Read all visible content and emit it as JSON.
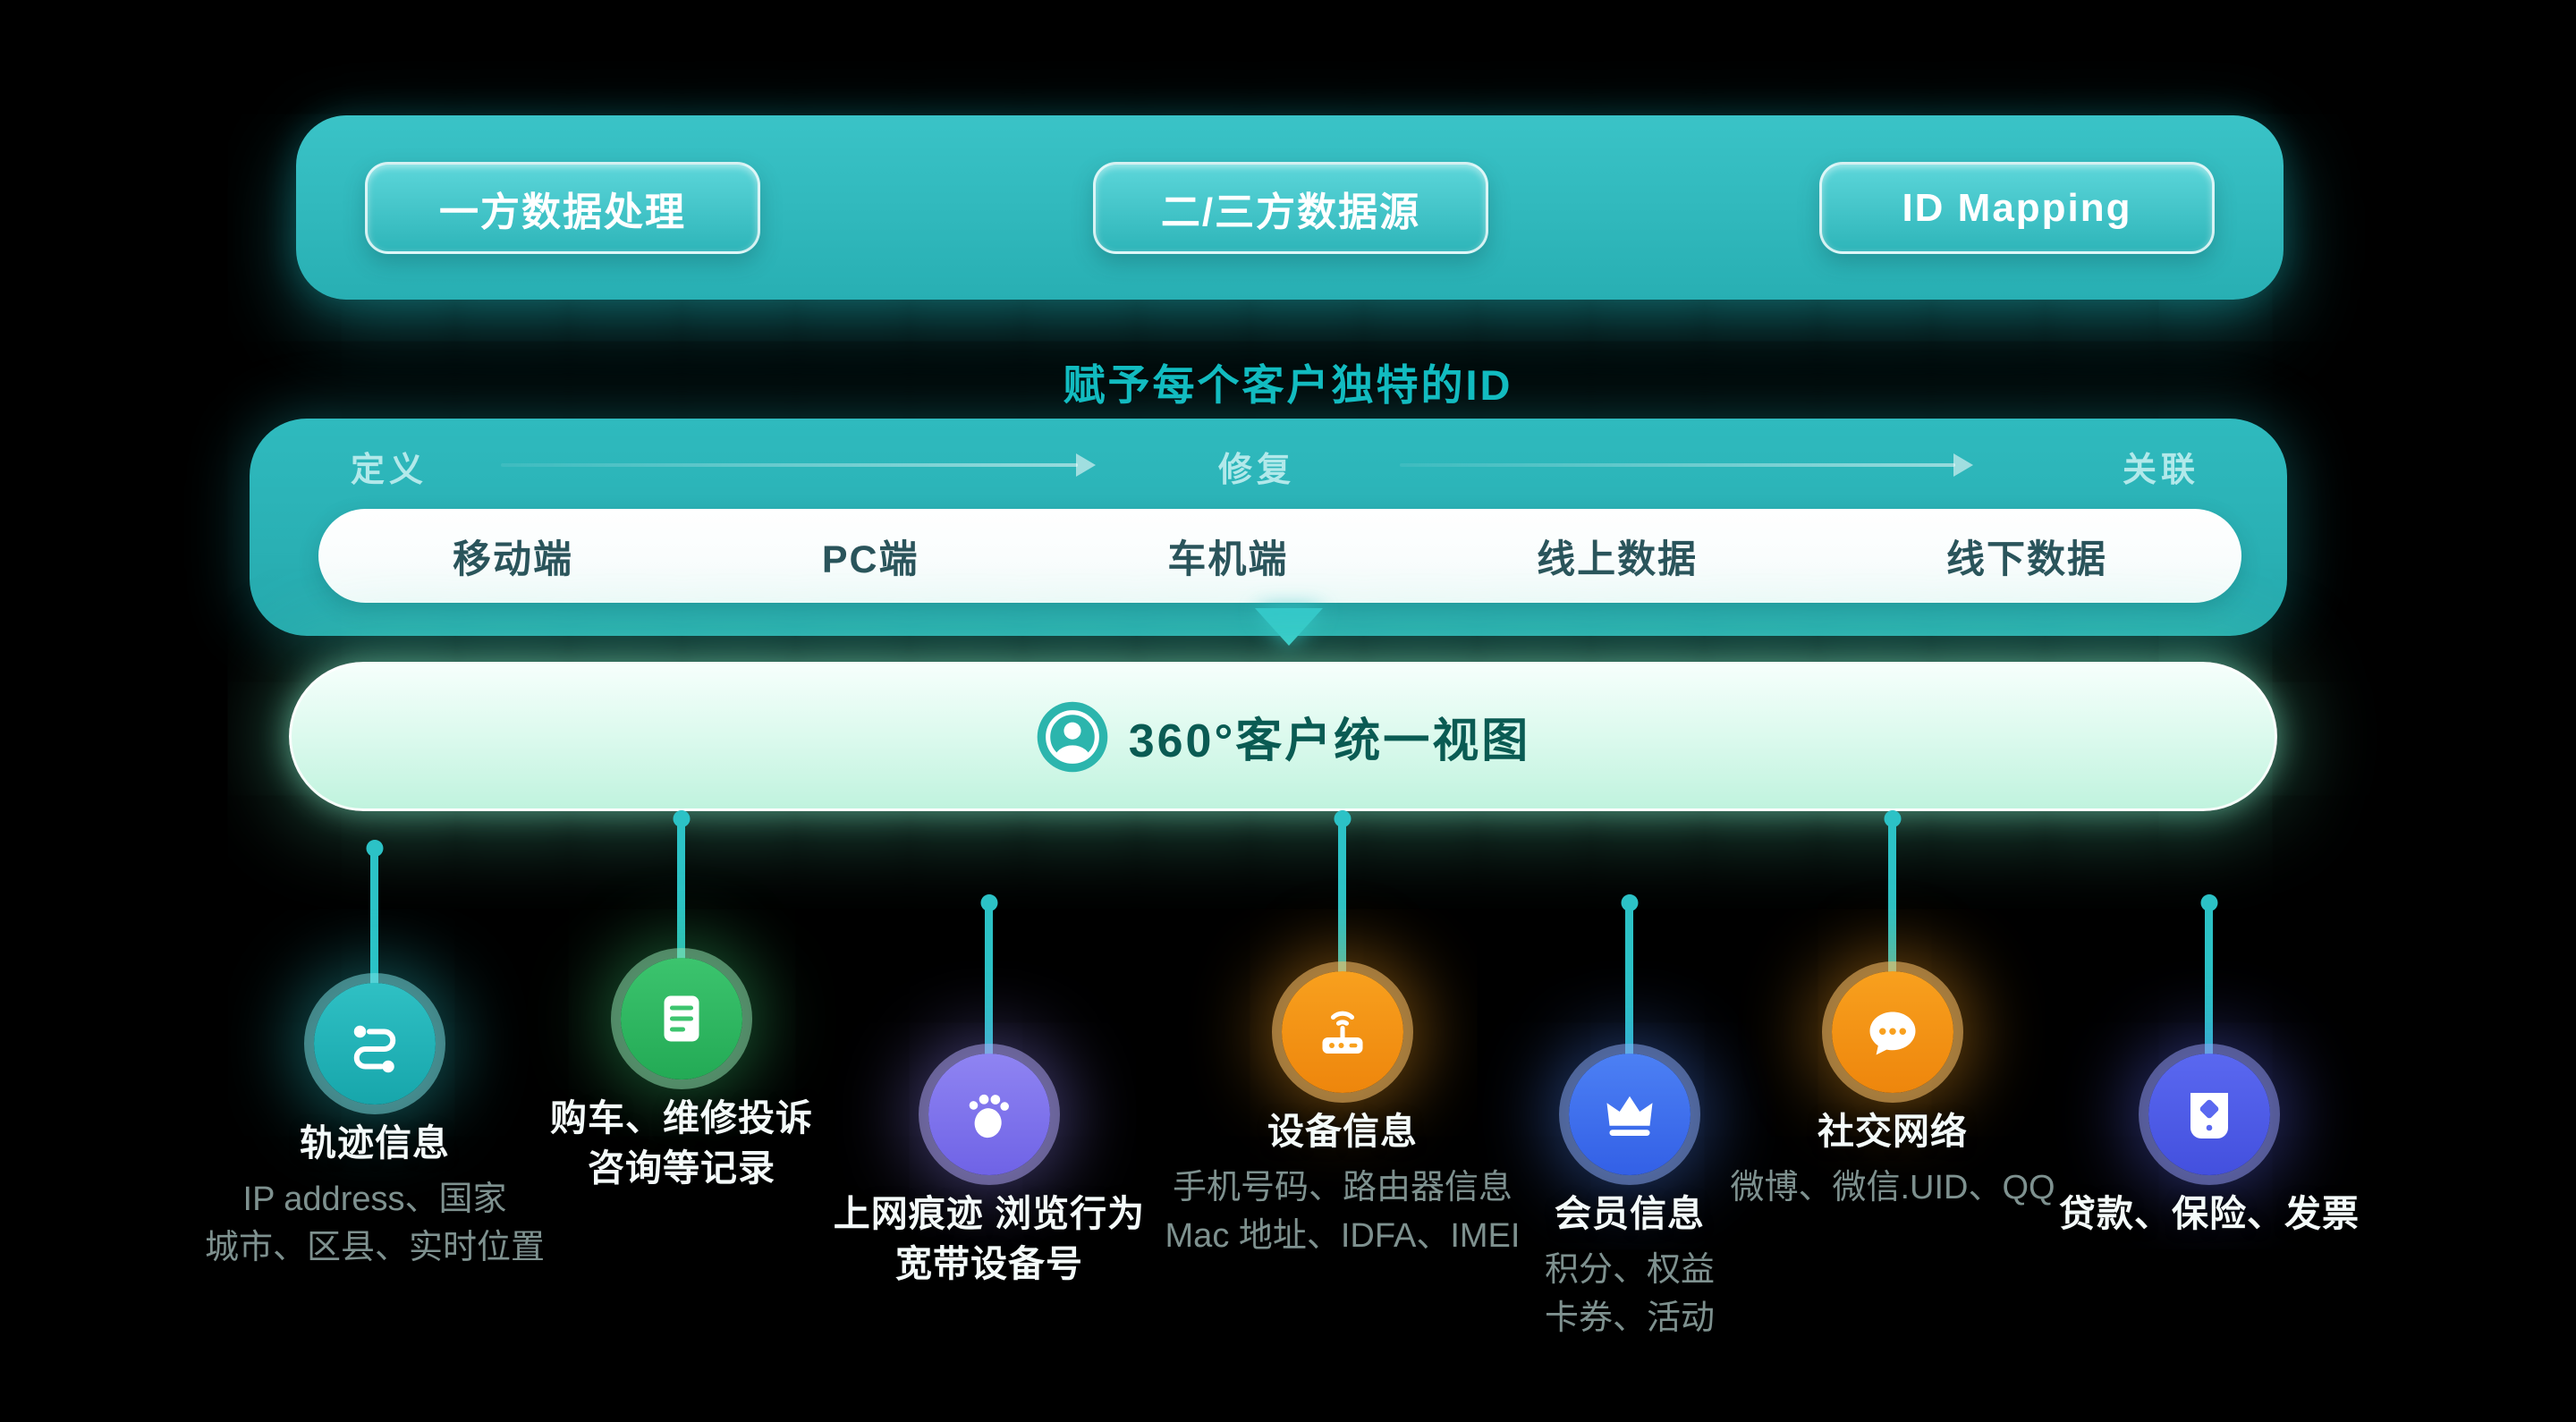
{
  "top_bar": {
    "buttons": [
      {
        "label": "一方数据处理"
      },
      {
        "label": "二/三方数据源"
      },
      {
        "label": "ID Mapping"
      }
    ]
  },
  "headline": "赋予每个客户独特的ID",
  "pipeline": {
    "stages": [
      {
        "label": "定义"
      },
      {
        "label": "修复"
      },
      {
        "label": "关联"
      }
    ],
    "channels": [
      {
        "label": "移动端"
      },
      {
        "label": "PC端"
      },
      {
        "label": "车机端"
      },
      {
        "label": "线上数据"
      },
      {
        "label": "线下数据"
      }
    ]
  },
  "unified_bar": {
    "icon": "person-icon",
    "label": "360°客户统一视图"
  },
  "colors": {
    "background": "#000000",
    "teal_primary": "#2ab4b8",
    "headline_teal": "#12bcc1",
    "white_bar": "#ffffff",
    "mint_bar": "#c8f5e2",
    "connector": "#2cc2c6"
  },
  "sources": [
    {
      "icon": "route-icon",
      "color": "#2fc0c4",
      "color_dark": "#17a6ab",
      "ring": "rgba(126,226,229,0.5)",
      "glow": "rgba(40,196,200,0.45)",
      "title_lines": [
        "轨迹信息"
      ],
      "detail_lines": [
        "IP address、国家",
        "城市、区县、实时位置"
      ]
    },
    {
      "icon": "document-icon",
      "color": "#3cc46e",
      "color_dark": "#23aa55",
      "ring": "rgba(150,230,180,0.5)",
      "glow": "rgba(58,196,110,0.45)",
      "title_lines": [
        "购车、维修投诉",
        "咨询等记录"
      ],
      "detail_lines": []
    },
    {
      "icon": "footprint-icon",
      "color": "#8f84f2",
      "color_dark": "#6f63e6",
      "ring": "rgba(178,168,248,0.5)",
      "glow": "rgba(140,128,242,0.45)",
      "title_lines": [
        "上网痕迹  浏览行为",
        "宽带设备号"
      ],
      "detail_lines": []
    },
    {
      "icon": "router-icon",
      "color": "#f8a01e",
      "color_dark": "#ee860c",
      "ring": "rgba(250,192,104,0.55)",
      "glow": "rgba(248,160,30,0.45)",
      "title_lines": [
        "设备信息"
      ],
      "detail_lines": [
        "手机号码、路由器信息",
        "Mac 地址、IDFA、IMEI"
      ]
    },
    {
      "icon": "crown-icon",
      "color": "#4c80f4",
      "color_dark": "#3360e6",
      "ring": "rgba(140,172,250,0.5)",
      "glow": "rgba(76,128,244,0.45)",
      "title_lines": [
        "会员信息"
      ],
      "detail_lines": [
        "积分、权益",
        "卡券、活动"
      ]
    },
    {
      "icon": "chat-icon",
      "color": "#f8a01e",
      "color_dark": "#ee860c",
      "ring": "rgba(250,192,104,0.55)",
      "glow": "rgba(248,160,30,0.45)",
      "title_lines": [
        "社交网络"
      ],
      "detail_lines": [
        "微博、微信.UID、QQ"
      ]
    },
    {
      "icon": "invoice-icon",
      "color": "#5a68f0",
      "color_dark": "#4350de",
      "ring": "rgba(150,158,248,0.5)",
      "glow": "rgba(90,104,240,0.45)",
      "title_lines": [
        "贷款、保险、发票"
      ],
      "detail_lines": []
    }
  ]
}
